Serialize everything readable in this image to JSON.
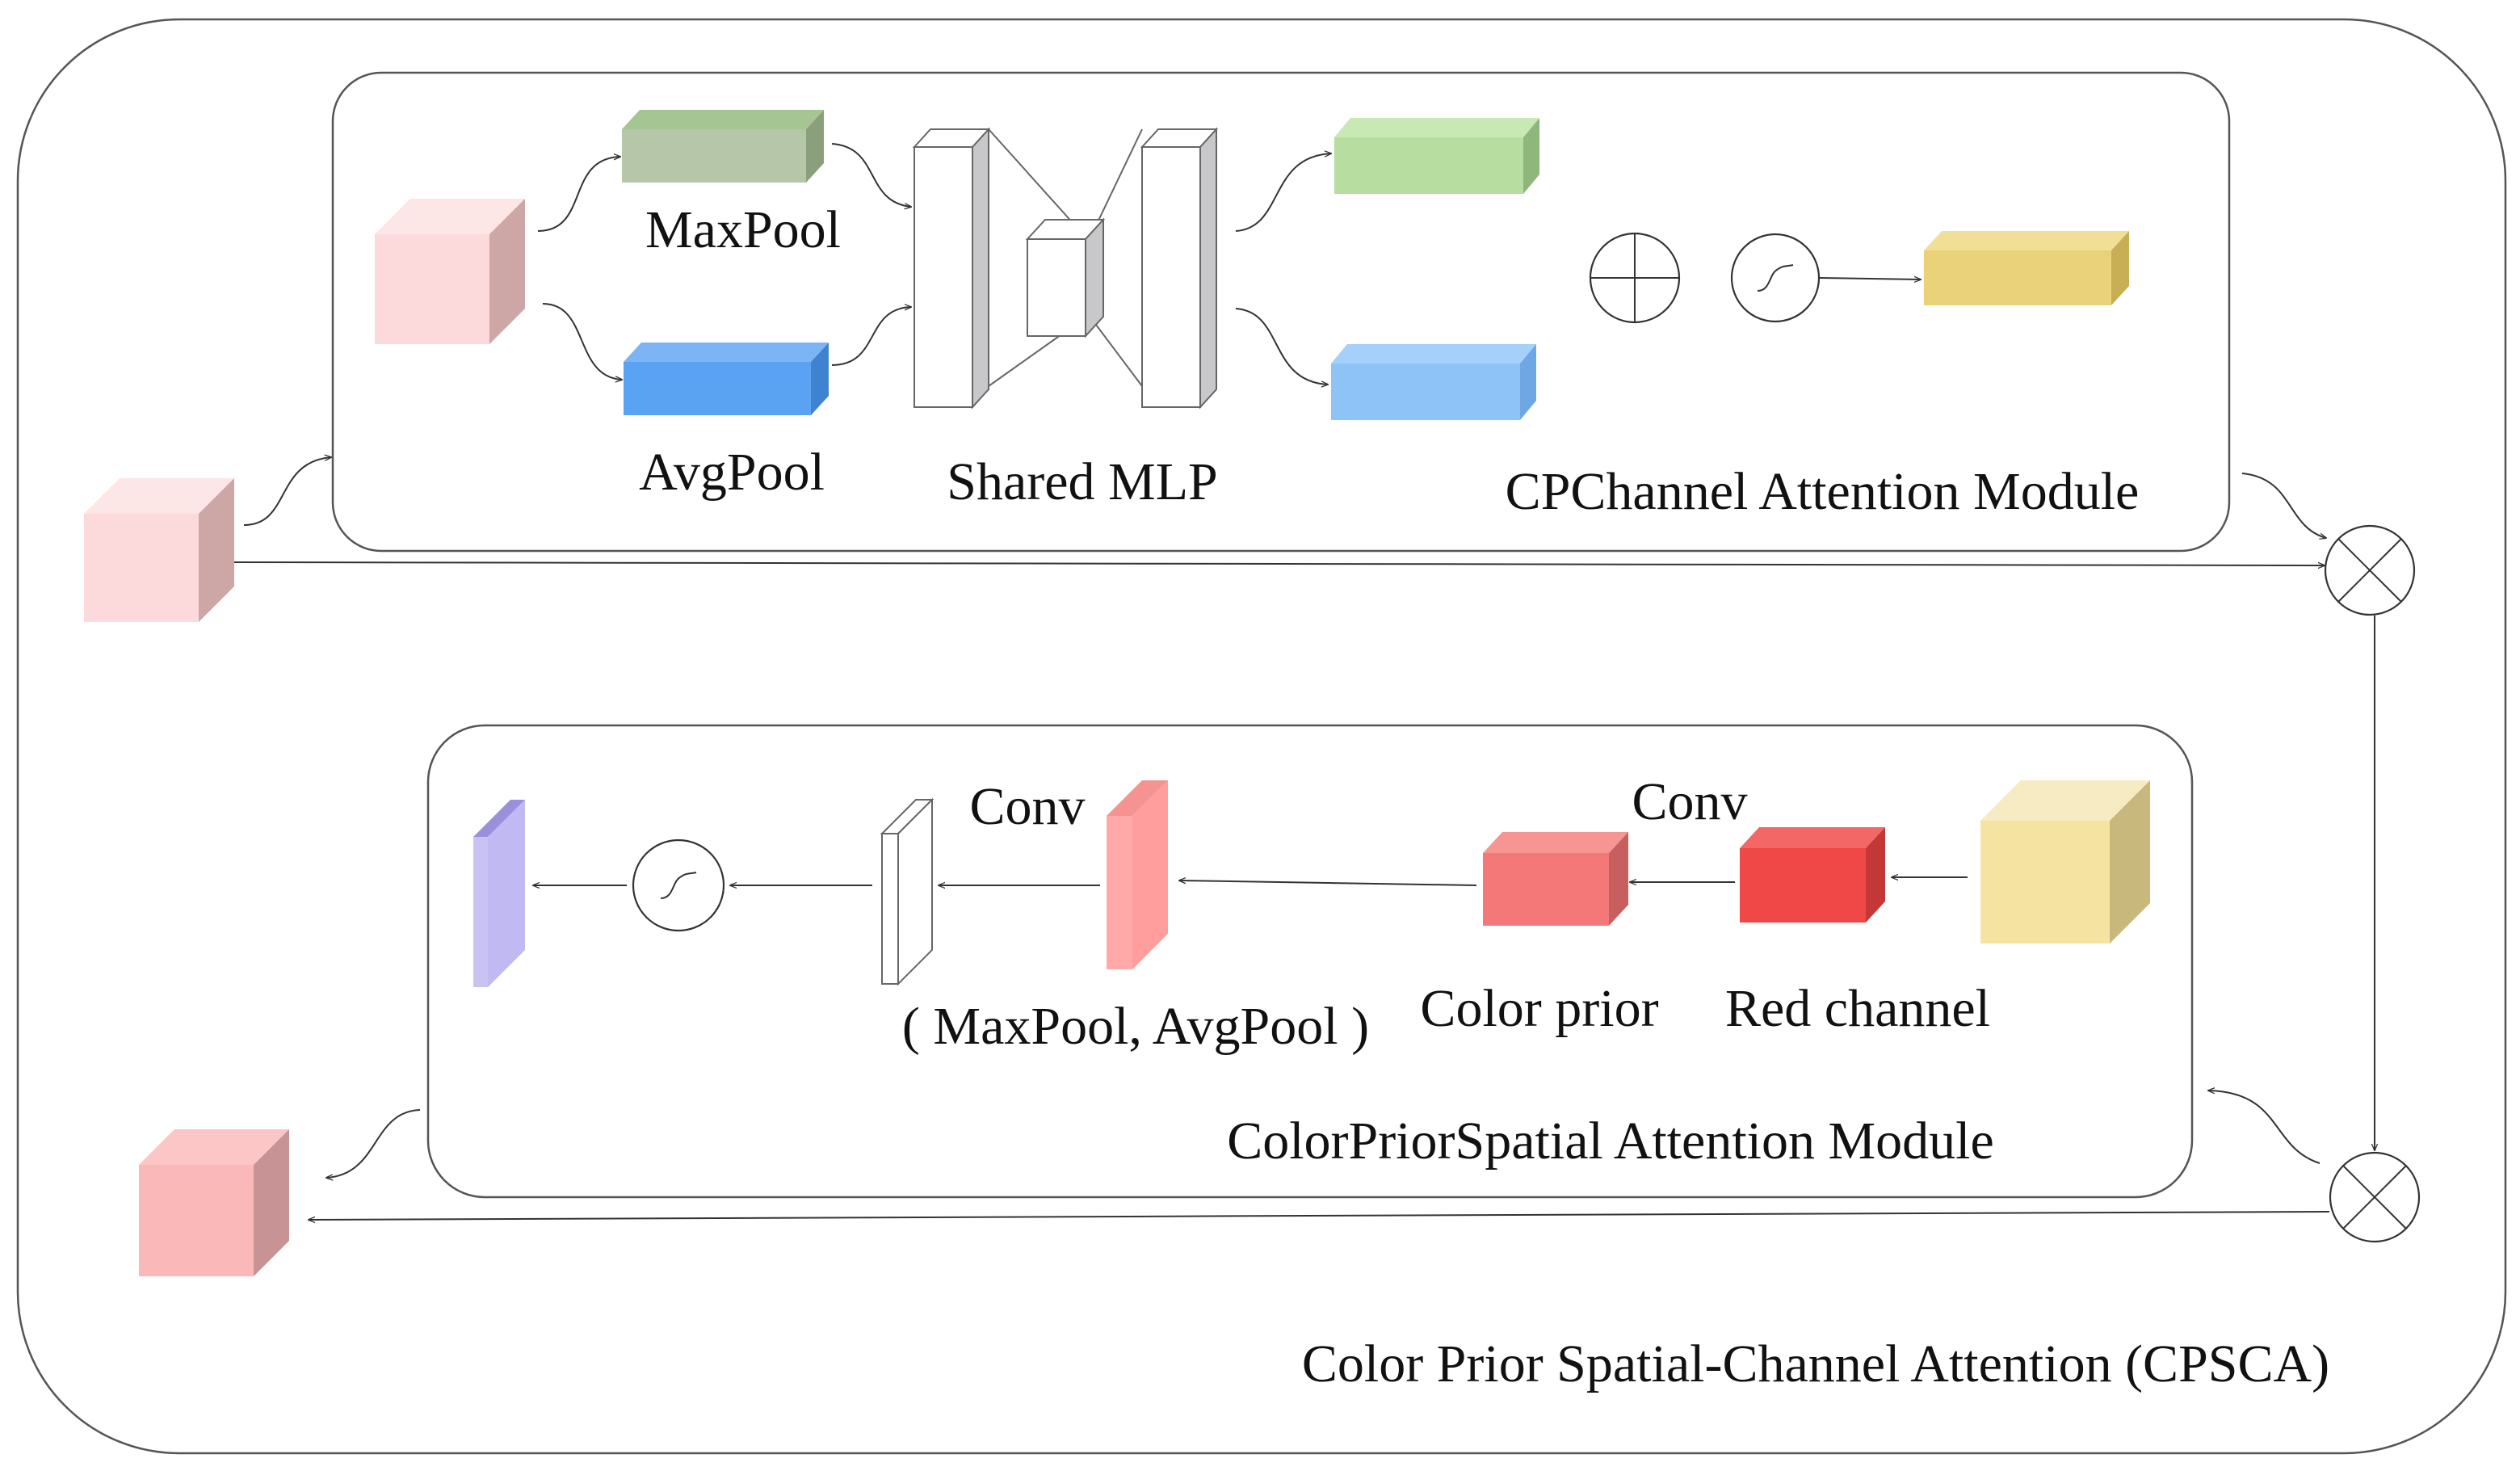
{
  "labels": {
    "maxpool": "MaxPool",
    "avgpool": "AvgPool",
    "shared_mlp": "Shared MLP",
    "channel_module": "CPChannel Attention Module",
    "conv_left": "Conv",
    "conv_right": "Conv",
    "pool_concat": "( MaxPool, AvgPool )",
    "color_prior": "Color prior",
    "red_channel": "Red channel",
    "spatial_module": "ColorPriorSpatial Attention Module",
    "overall_title": "Color Prior Spatial-Channel Attention (CPSCA)"
  },
  "colors": {
    "input_cube": "#fcd9da",
    "maxpool_block": "#b6c6a8",
    "avgpool_block": "#5aa2f2",
    "mlp_block": "#ffffff",
    "maxpool_out": "#b7dea0",
    "avgpool_out": "#8ec3f8",
    "channel_weight": "#ead27a",
    "channel_output_cube": "#f4e3a1",
    "red_channel_block": "#f04747",
    "color_prior_block": "#f47878",
    "conv_feature": "#ffaaa9",
    "pooled_map": "#ffffff",
    "spatial_weight": "#c9c3f3",
    "final_output_cube": "#fab8b9"
  },
  "icons": [
    "sum-icon",
    "sigmoid-icon",
    "multiply-icon"
  ]
}
